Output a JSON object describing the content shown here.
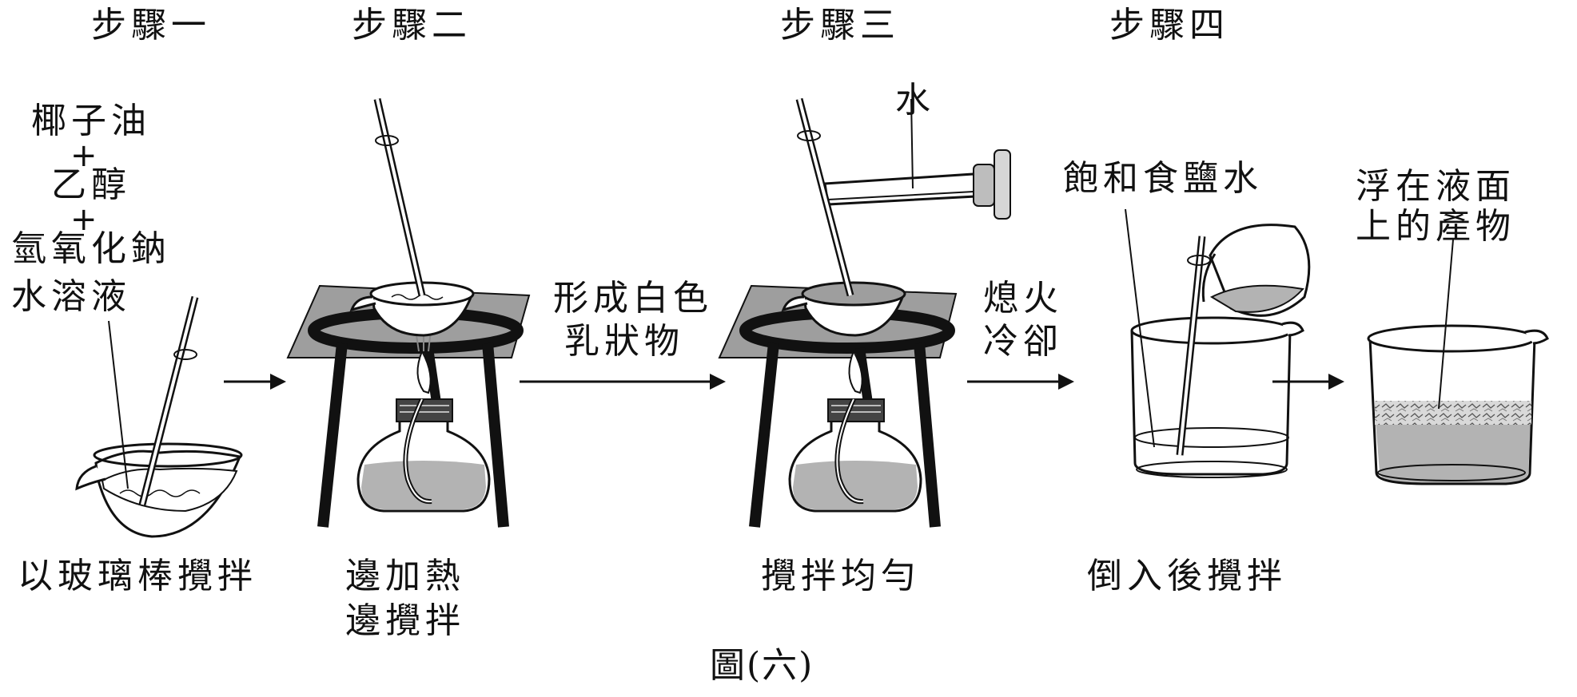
{
  "steps": {
    "s1": "步驟一",
    "s2": "步驟二",
    "s3": "步驟三",
    "s4": "步驟四"
  },
  "step1": {
    "ingredients": [
      "椰子油",
      "乙醇",
      "氫氧化鈉",
      "水溶液"
    ],
    "plus": "+",
    "action": "以玻璃棒攪拌"
  },
  "step2": {
    "action_line1": "邊加熱",
    "action_line2": "邊攪拌"
  },
  "transition1": {
    "line1": "形成白色",
    "line2": "乳狀物"
  },
  "step3": {
    "water": "水",
    "action": "攪拌均勻"
  },
  "transition2": {
    "line1": "熄火",
    "line2": "冷卻"
  },
  "step4": {
    "brine": "飽和食鹽水",
    "action": "倒入後攪拌",
    "product_line1": "浮在液面",
    "product_line2": "上的產物"
  },
  "caption": "圖(六)",
  "colors": {
    "ink": "#111111",
    "gray": "#b3b3b3",
    "darkgray": "#8c8c8c",
    "paper": "#ffffff"
  }
}
